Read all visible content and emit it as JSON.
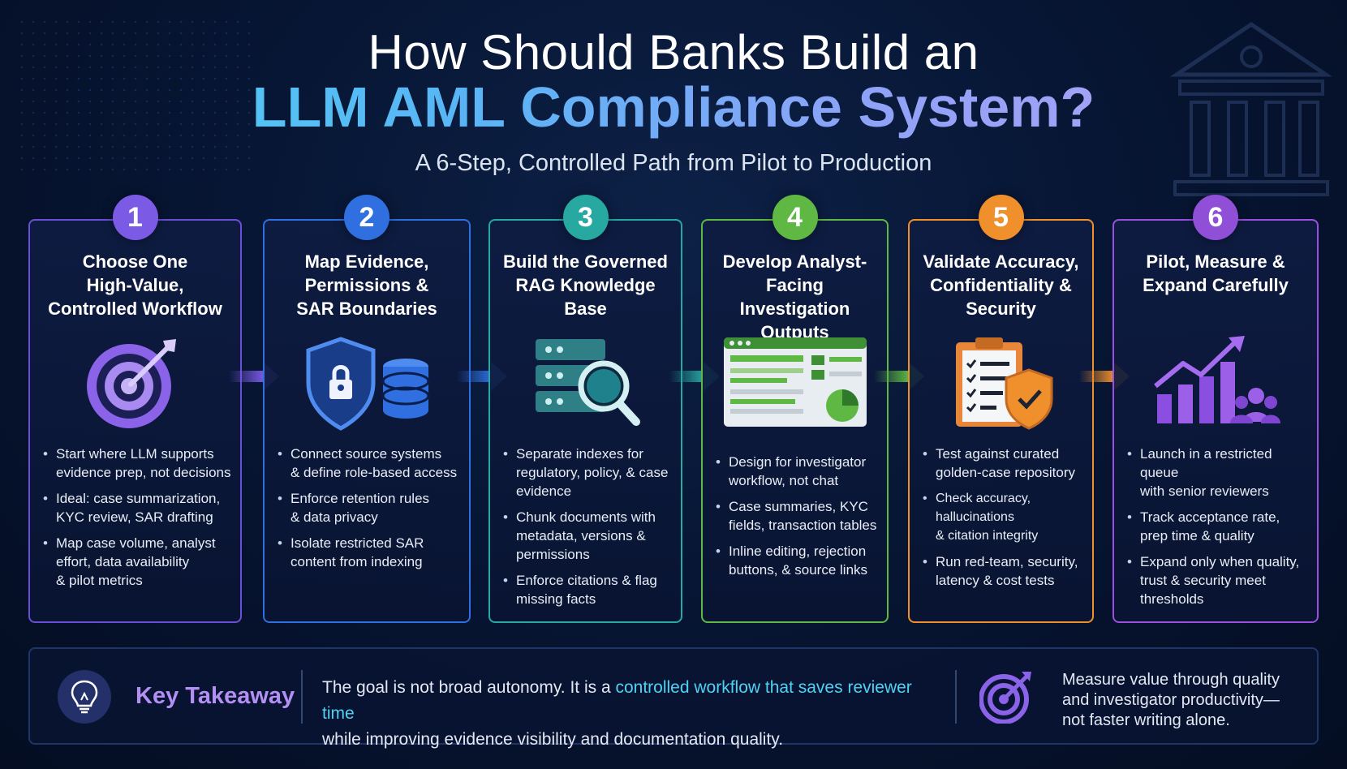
{
  "header": {
    "title_line1": "How Should Banks Build an",
    "title_line2": "LLM AML Compliance System?",
    "subtitle": "A 6-Step, Controlled Path from Pilot to Production"
  },
  "colors": {
    "step1": "#7b5be6",
    "step2": "#2f6fe0",
    "step3": "#27a9a2",
    "step4": "#5fb843",
    "step5": "#f0902c",
    "step6": "#9b4fe0",
    "highlight": "#4fd3f3",
    "key_takeaway": "#b48ff3"
  },
  "steps": [
    {
      "number": "1",
      "title": [
        "Choose One",
        "High-Value,",
        "Controlled Workflow"
      ],
      "icon": "target-icon",
      "bullets": [
        [
          "Start where LLM supports",
          "evidence prep, not decisions"
        ],
        [
          "Ideal: case summarization,",
          "KYC review, SAR drafting"
        ],
        [
          "Map case volume, analyst",
          "effort, data availability",
          "& pilot metrics"
        ]
      ]
    },
    {
      "number": "2",
      "title": [
        "Map Evidence,",
        "Permissions &",
        "SAR Boundaries"
      ],
      "icon": "shield-database-icon",
      "bullets": [
        [
          "Connect source systems",
          "& define role-based access"
        ],
        [
          "Enforce retention rules",
          "& data privacy"
        ],
        [
          "Isolate restricted SAR",
          "content from indexing"
        ]
      ]
    },
    {
      "number": "3",
      "title": [
        "Build the Governed",
        "RAG Knowledge",
        "Base"
      ],
      "icon": "server-search-icon",
      "bullets": [
        [
          "Separate indexes for",
          "regulatory, policy, & case",
          "evidence"
        ],
        [
          "Chunk documents with",
          "metadata, versions &",
          "permissions"
        ],
        [
          "Enforce citations & flag",
          "missing facts"
        ]
      ]
    },
    {
      "number": "4",
      "title": [
        "Develop Analyst-",
        "Facing Investigation",
        "Outputs"
      ],
      "icon": "dashboard-icon",
      "bullets": [
        [
          "Design for investigator",
          "workflow, not chat"
        ],
        [
          "Case summaries, KYC",
          "fields, transaction tables"
        ],
        [
          "Inline editing, rejection",
          "buttons, & source links"
        ]
      ]
    },
    {
      "number": "5",
      "title": [
        "Validate Accuracy,",
        "Confidentiality &",
        "Security"
      ],
      "icon": "clipboard-shield-icon",
      "bullets": [
        [
          "Test against curated",
          "golden-case repository"
        ],
        [
          "Check accuracy, hallucinations",
          "& citation integrity"
        ],
        [
          "Run red-team, security,",
          "latency & cost tests"
        ]
      ]
    },
    {
      "number": "6",
      "title": [
        "Pilot, Measure &",
        "Expand Carefully"
      ],
      "icon": "growth-chart-icon",
      "bullets": [
        [
          "Launch in a restricted queue",
          "with senior reviewers"
        ],
        [
          "Track acceptance rate,",
          "prep time & quality"
        ],
        [
          "Expand only when quality,",
          "trust & security meet",
          "thresholds"
        ]
      ]
    }
  ],
  "takeaway": {
    "label": "Key Takeaway",
    "text_before": "The goal is not broad autonomy. It is a ",
    "text_highlight": "controlled workflow that saves reviewer time",
    "text_after": "while improving evidence visibility and documentation quality.",
    "right_text": [
      "Measure value through quality",
      "and investigator productivity—",
      "not faster writing alone."
    ]
  }
}
